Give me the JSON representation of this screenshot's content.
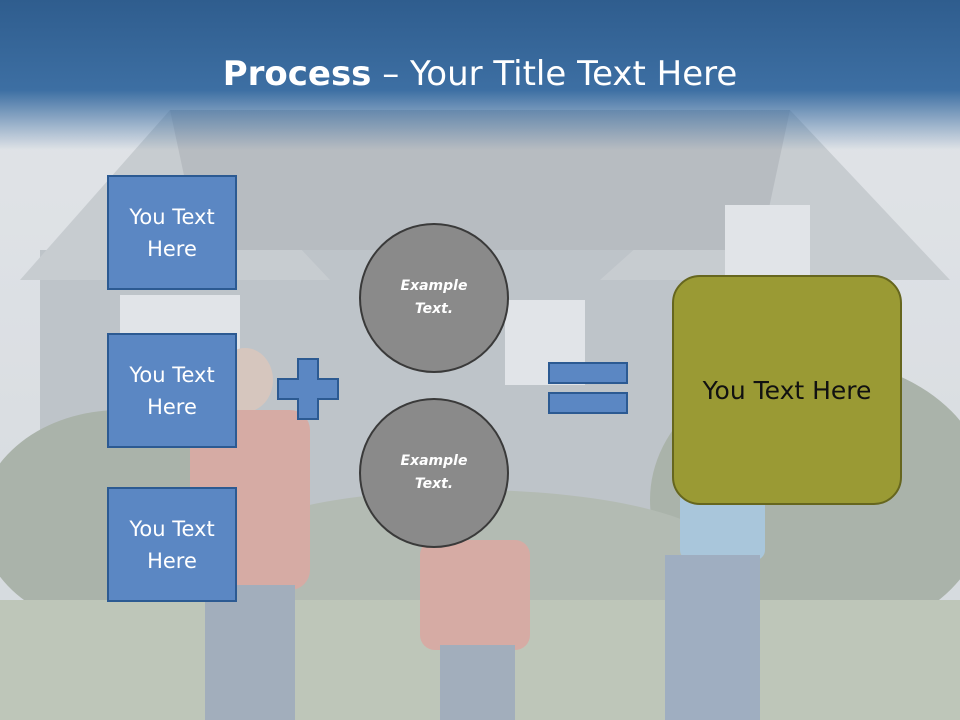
{
  "slide": {
    "title_bold": "Process",
    "title_rest": " – Your Title Text Here"
  },
  "left_boxes": [
    {
      "line1": "You Text",
      "line2": "Here"
    },
    {
      "line1": "You Text",
      "line2": "Here"
    },
    {
      "line1": "You Text",
      "line2": "Here"
    }
  ],
  "circles": [
    {
      "line1": "Example",
      "line2": "Text."
    },
    {
      "line1": "Example",
      "line2": "Text."
    }
  ],
  "result": {
    "label": "You Text Here"
  },
  "colors": {
    "header_blue": "#3d6fa3",
    "box_blue": "#5b87c3",
    "circle_gray": "#8a8a8a",
    "result_olive": "#9a9a34"
  },
  "icons": {
    "plus": "plus-icon",
    "equals": "equals-icon"
  }
}
